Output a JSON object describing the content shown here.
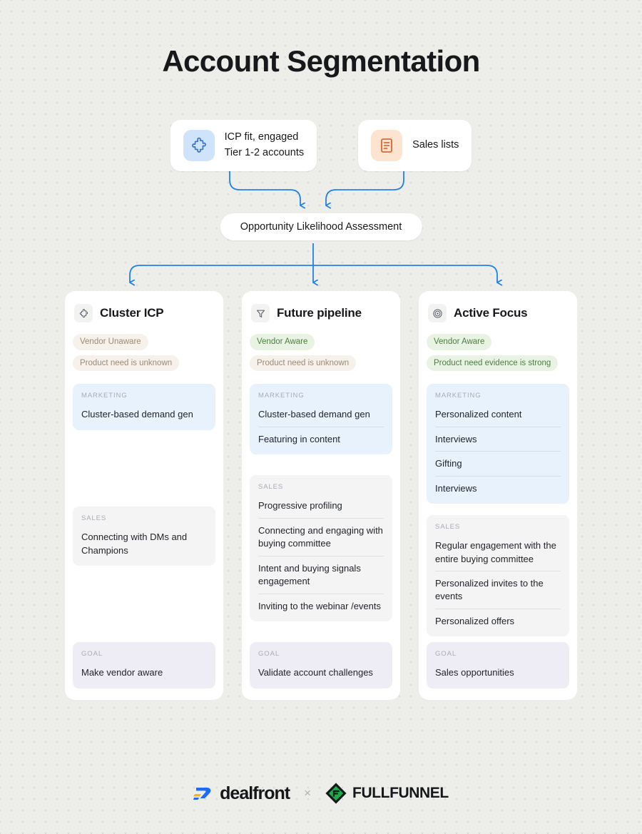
{
  "page": {
    "title": "Account Segmentation",
    "background_color": "#edeeea"
  },
  "sources": [
    {
      "icon": "puzzle-piece-icon",
      "icon_bg": "#cfe3fa",
      "icon_color": "#3b7bd4",
      "text": "ICP fit, engaged\nTier 1-2 accounts"
    },
    {
      "icon": "document-list-icon",
      "icon_bg": "#fde4d0",
      "icon_color": "#d4571f",
      "text": "Sales lists"
    }
  ],
  "hub": {
    "label": "Opportunity Likelihood Assessment"
  },
  "columns": [
    {
      "icon": "puzzle-piece-icon",
      "title": "Cluster ICP",
      "tags": [
        {
          "label": "Vendor Unaware",
          "tone": "beige"
        },
        {
          "label": "Product need is unknown",
          "tone": "beige"
        }
      ],
      "marketing": {
        "label": "MARKETING",
        "items": [
          "Cluster-based demand gen"
        ]
      },
      "sales": {
        "label": "SALES",
        "items": [
          "Connecting with DMs and Champions"
        ]
      },
      "goal": {
        "label": "GOAL",
        "items": [
          "Make vendor aware"
        ]
      }
    },
    {
      "icon": "funnel-icon",
      "title": "Future pipeline",
      "tags": [
        {
          "label": "Vendor Aware",
          "tone": "green"
        },
        {
          "label": "Product need is unknown",
          "tone": "beige"
        }
      ],
      "marketing": {
        "label": "MARKETING",
        "items": [
          "Cluster-based demand gen",
          "Featuring in content"
        ]
      },
      "sales": {
        "label": "SALES",
        "items": [
          "Progressive profiling",
          "Connecting and engaging with buying committee",
          "Intent and buying signals engagement",
          "Inviting to the webinar /events"
        ]
      },
      "goal": {
        "label": "GOAL",
        "items": [
          "Validate account challenges"
        ]
      }
    },
    {
      "icon": "target-icon",
      "title": "Active Focus",
      "tags": [
        {
          "label": "Vendor Aware",
          "tone": "green"
        },
        {
          "label": "Product need evidence is strong",
          "tone": "green"
        }
      ],
      "marketing": {
        "label": "MARKETING",
        "items": [
          "Personalized content",
          "Interviews",
          "Gifting",
          "Interviews"
        ]
      },
      "sales": {
        "label": "SALES",
        "items": [
          "Regular engagement with the entire buying committee",
          "Personalized invites to the events",
          "Personalized offers"
        ]
      },
      "goal": {
        "label": "GOAL",
        "items": [
          "Sales opportunities"
        ]
      }
    }
  ],
  "footer": {
    "brand_left": "dealfront",
    "separator": "×",
    "brand_right": "FULLFUNNEL"
  },
  "colors": {
    "connector": "#1f81e8",
    "marketing_bg": "#e8f2fd",
    "sales_bg": "#f4f4f5",
    "goal_bg": "#eeedf6",
    "tag_beige_bg": "#f6f1ea",
    "tag_beige_text": "#9b8a78",
    "tag_green_bg": "#e9f3e4",
    "tag_green_text": "#4e7d42"
  }
}
